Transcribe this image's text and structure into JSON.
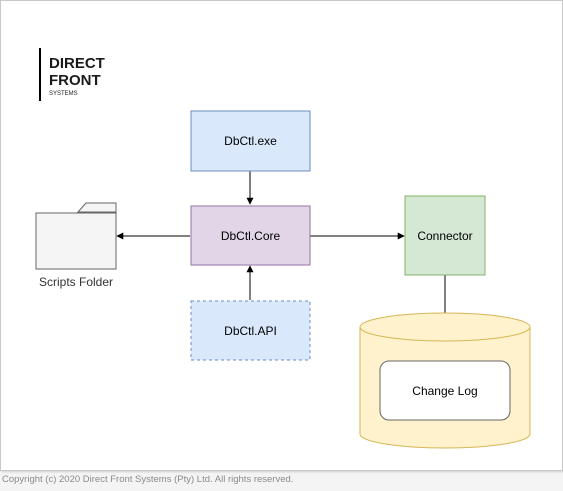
{
  "logo": {
    "line1": "DIRECT",
    "line2": "FRONT",
    "line3": "SYSTEMS"
  },
  "nodes": {
    "dbctl_exe": "DbCtl.exe",
    "dbctl_core": "DbCtl.Core",
    "dbctl_api": "DbCtl.API",
    "connector": "Connector",
    "change_log": "Change Log",
    "scripts_folder": "Scripts Folder"
  },
  "colors": {
    "blue_fill": "#dae8fc",
    "blue_stroke": "#6c8ebf",
    "purple_fill": "#e1d5e7",
    "purple_stroke": "#9673a6",
    "green_fill": "#d5e8d4",
    "green_stroke": "#82b366",
    "yellow_fill": "#fff2cc",
    "yellow_stroke": "#d6b656",
    "folder_fill": "#f5f5f5",
    "folder_stroke": "#666666"
  },
  "footer": {
    "copyright": "Copyright (c) 2020 Direct Front Systems (Pty) Ltd. All rights reserved."
  }
}
